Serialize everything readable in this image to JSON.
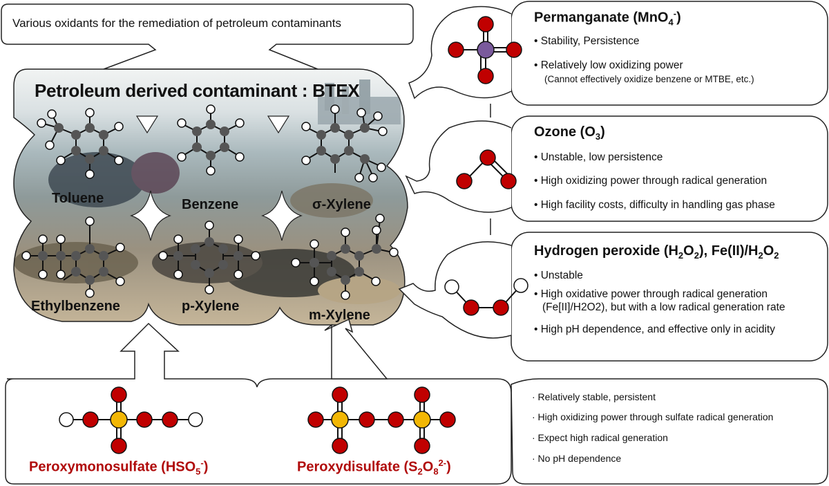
{
  "header": {
    "title": "Various oxidants for the remediation of petroleum contaminants"
  },
  "btex": {
    "title": "Petroleum derived contaminant : BTEX",
    "molecules": [
      "Toluene",
      "Benzene",
      "σ-Xylene",
      "Ethylbenzene",
      "p-Xylene",
      "m-Xylene"
    ]
  },
  "permanganate": {
    "title_main": "Permanganate (MnO",
    "title_sub": "4",
    "title_sup": "-",
    "title_end": ")",
    "bullets": [
      "Stability, Persistence",
      "Relatively low oxidizing power"
    ],
    "note": "(Cannot effectively oxidize benzene or MTBE, etc.)"
  },
  "ozone": {
    "title_main": "Ozone (O",
    "title_sub": "3",
    "title_end": ")",
    "bullets": [
      "Unstable, low persistence",
      "High oxidizing power through radical generation",
      "High facility costs, difficulty in handling gas phase"
    ]
  },
  "peroxide": {
    "title_a": "Hydrogen peroxide (H",
    "title_sub1": "2",
    "title_b": "O",
    "title_sub2": "2",
    "title_c": "), Fe(II)/H",
    "title_sub3": "2",
    "title_d": "O",
    "title_sub4": "2",
    "bullets": [
      "Unstable",
      "High oxidative power through radical generation",
      "High pH dependence, and effective only in acidity"
    ],
    "bullet2_line2": "(Fe[II]/H2O2), but with a low radical generation rate"
  },
  "persulfate": {
    "pms_main": "Peroxymonosulfate (HSO",
    "pms_sub": "5",
    "pms_sup": "-",
    "pms_end": ")",
    "pds_main": "Peroxydisulfate (S",
    "pds_sub1": "2",
    "pds_mid": "O",
    "pds_sub2": "8",
    "pds_sup": "2-",
    "pds_end": ")",
    "notes": [
      "· Relatively stable, persistent",
      "· High oxidizing power through sulfate radical generation",
      "· Expect high radical generation",
      "· No pH dependence"
    ]
  },
  "colors": {
    "oxygen": "#c00000",
    "manganese": "#7a5a9c",
    "sulfur": "#f2b705",
    "carbon": "#555555",
    "label_red": "#b00a0a"
  }
}
